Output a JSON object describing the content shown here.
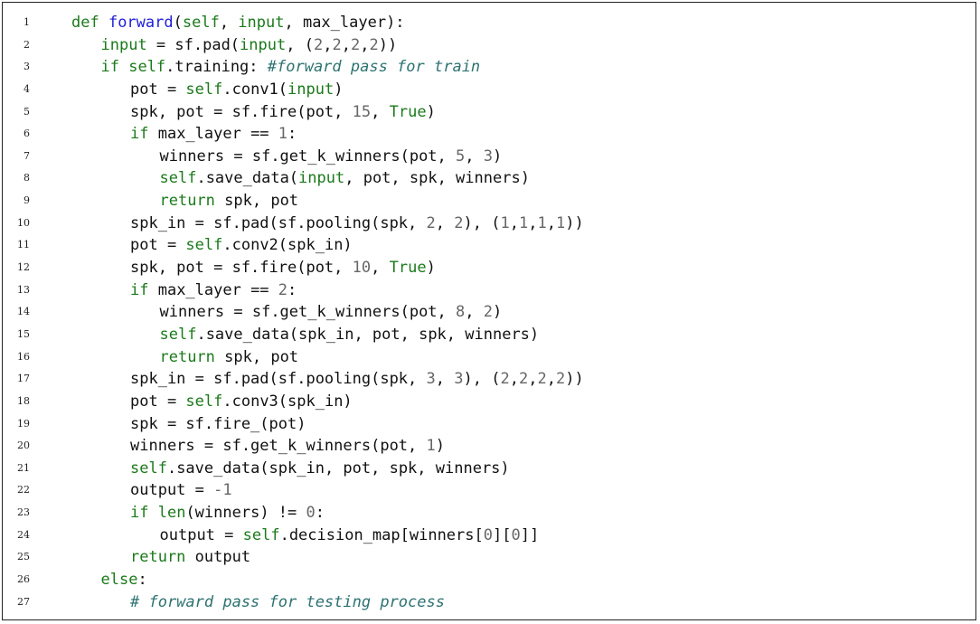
{
  "colors": {
    "keyword": "#1b7a1b",
    "function_name": "#1f1fd9",
    "number": "#666666",
    "comment": "#2e7272",
    "text": "#111111",
    "border": "#222222"
  },
  "code_lines": [
    {
      "n": "1",
      "indent": 0,
      "tokens": [
        [
          "kw",
          "def "
        ],
        [
          "fn",
          "forward"
        ],
        [
          "pl",
          "("
        ],
        [
          "kw",
          "self"
        ],
        [
          "pl",
          ", "
        ],
        [
          "kw",
          "input"
        ],
        [
          "pl",
          ", max_layer):"
        ]
      ]
    },
    {
      "n": "2",
      "indent": 1,
      "tokens": [
        [
          "kw",
          "input"
        ],
        [
          "pl",
          " = sf.pad("
        ],
        [
          "kw",
          "input"
        ],
        [
          "pl",
          ", ("
        ],
        [
          "num",
          "2"
        ],
        [
          "pl",
          ","
        ],
        [
          "num",
          "2"
        ],
        [
          "pl",
          ","
        ],
        [
          "num",
          "2"
        ],
        [
          "pl",
          ","
        ],
        [
          "num",
          "2"
        ],
        [
          "pl",
          "))"
        ]
      ]
    },
    {
      "n": "3",
      "indent": 1,
      "tokens": [
        [
          "kw",
          "if "
        ],
        [
          "kw",
          "self"
        ],
        [
          "pl",
          ".training: "
        ],
        [
          "cm",
          "#forward pass for train"
        ]
      ]
    },
    {
      "n": "4",
      "indent": 2,
      "tokens": [
        [
          "pl",
          "pot = "
        ],
        [
          "kw",
          "self"
        ],
        [
          "pl",
          ".conv1("
        ],
        [
          "kw",
          "input"
        ],
        [
          "pl",
          ")"
        ]
      ]
    },
    {
      "n": "5",
      "indent": 2,
      "tokens": [
        [
          "pl",
          "spk, pot = sf.fire(pot, "
        ],
        [
          "num",
          "15"
        ],
        [
          "pl",
          ", "
        ],
        [
          "kw",
          "True"
        ],
        [
          "pl",
          ")"
        ]
      ]
    },
    {
      "n": "6",
      "indent": 2,
      "tokens": [
        [
          "kw",
          "if"
        ],
        [
          "pl",
          " max_layer == "
        ],
        [
          "num",
          "1"
        ],
        [
          "pl",
          ":"
        ]
      ]
    },
    {
      "n": "7",
      "indent": 3,
      "tokens": [
        [
          "pl",
          "winners = sf.get_k_winners(pot, "
        ],
        [
          "num",
          "5"
        ],
        [
          "pl",
          ", "
        ],
        [
          "num",
          "3"
        ],
        [
          "pl",
          ")"
        ]
      ]
    },
    {
      "n": "8",
      "indent": 3,
      "tokens": [
        [
          "kw",
          "self"
        ],
        [
          "pl",
          ".save_data("
        ],
        [
          "kw",
          "input"
        ],
        [
          "pl",
          ", pot, spk, winners)"
        ]
      ]
    },
    {
      "n": "9",
      "indent": 3,
      "tokens": [
        [
          "kw",
          "return"
        ],
        [
          "pl",
          " spk, pot"
        ]
      ]
    },
    {
      "n": "10",
      "indent": 2,
      "tokens": [
        [
          "pl",
          "spk_in = sf.pad(sf.pooling(spk, "
        ],
        [
          "num",
          "2"
        ],
        [
          "pl",
          ", "
        ],
        [
          "num",
          "2"
        ],
        [
          "pl",
          "), ("
        ],
        [
          "num",
          "1"
        ],
        [
          "pl",
          ","
        ],
        [
          "num",
          "1"
        ],
        [
          "pl",
          ","
        ],
        [
          "num",
          "1"
        ],
        [
          "pl",
          ","
        ],
        [
          "num",
          "1"
        ],
        [
          "pl",
          "))"
        ]
      ]
    },
    {
      "n": "11",
      "indent": 2,
      "tokens": [
        [
          "pl",
          "pot = "
        ],
        [
          "kw",
          "self"
        ],
        [
          "pl",
          ".conv2(spk_in)"
        ]
      ]
    },
    {
      "n": "12",
      "indent": 2,
      "tokens": [
        [
          "pl",
          "spk, pot = sf.fire(pot, "
        ],
        [
          "num",
          "10"
        ],
        [
          "pl",
          ", "
        ],
        [
          "kw",
          "True"
        ],
        [
          "pl",
          ")"
        ]
      ]
    },
    {
      "n": "13",
      "indent": 2,
      "tokens": [
        [
          "kw",
          "if"
        ],
        [
          "pl",
          " max_layer == "
        ],
        [
          "num",
          "2"
        ],
        [
          "pl",
          ":"
        ]
      ]
    },
    {
      "n": "14",
      "indent": 3,
      "tokens": [
        [
          "pl",
          "winners = sf.get_k_winners(pot, "
        ],
        [
          "num",
          "8"
        ],
        [
          "pl",
          ", "
        ],
        [
          "num",
          "2"
        ],
        [
          "pl",
          ")"
        ]
      ]
    },
    {
      "n": "15",
      "indent": 3,
      "tokens": [
        [
          "kw",
          "self"
        ],
        [
          "pl",
          ".save_data(spk_in, pot, spk, winners)"
        ]
      ]
    },
    {
      "n": "16",
      "indent": 3,
      "tokens": [
        [
          "kw",
          "return"
        ],
        [
          "pl",
          " spk, pot"
        ]
      ]
    },
    {
      "n": "17",
      "indent": 2,
      "tokens": [
        [
          "pl",
          "spk_in = sf.pad(sf.pooling(spk, "
        ],
        [
          "num",
          "3"
        ],
        [
          "pl",
          ", "
        ],
        [
          "num",
          "3"
        ],
        [
          "pl",
          "), ("
        ],
        [
          "num",
          "2"
        ],
        [
          "pl",
          ","
        ],
        [
          "num",
          "2"
        ],
        [
          "pl",
          ","
        ],
        [
          "num",
          "2"
        ],
        [
          "pl",
          ","
        ],
        [
          "num",
          "2"
        ],
        [
          "pl",
          "))"
        ]
      ]
    },
    {
      "n": "18",
      "indent": 2,
      "tokens": [
        [
          "pl",
          "pot = "
        ],
        [
          "kw",
          "self"
        ],
        [
          "pl",
          ".conv3(spk_in)"
        ]
      ]
    },
    {
      "n": "19",
      "indent": 2,
      "tokens": [
        [
          "pl",
          "spk = sf.fire_(pot)"
        ]
      ]
    },
    {
      "n": "20",
      "indent": 2,
      "tokens": [
        [
          "pl",
          "winners = sf.get_k_winners(pot, "
        ],
        [
          "num",
          "1"
        ],
        [
          "pl",
          ")"
        ]
      ]
    },
    {
      "n": "21",
      "indent": 2,
      "tokens": [
        [
          "kw",
          "self"
        ],
        [
          "pl",
          ".save_data(spk_in, pot, spk, winners)"
        ]
      ]
    },
    {
      "n": "22",
      "indent": 2,
      "tokens": [
        [
          "pl",
          "output = "
        ],
        [
          "num",
          "-1"
        ]
      ]
    },
    {
      "n": "23",
      "indent": 2,
      "tokens": [
        [
          "kw",
          "if "
        ],
        [
          "kw",
          "len"
        ],
        [
          "pl",
          "(winners) != "
        ],
        [
          "num",
          "0"
        ],
        [
          "pl",
          ":"
        ]
      ]
    },
    {
      "n": "24",
      "indent": 3,
      "tokens": [
        [
          "pl",
          "output = "
        ],
        [
          "kw",
          "self"
        ],
        [
          "pl",
          ".decision_map[winners["
        ],
        [
          "num",
          "0"
        ],
        [
          "pl",
          "]["
        ],
        [
          "num",
          "0"
        ],
        [
          "pl",
          "]]"
        ]
      ]
    },
    {
      "n": "25",
      "indent": 2,
      "tokens": [
        [
          "kw",
          "return"
        ],
        [
          "pl",
          " output"
        ]
      ]
    },
    {
      "n": "26",
      "indent": 1,
      "tokens": [
        [
          "kw",
          "else"
        ],
        [
          "pl",
          ":"
        ]
      ]
    },
    {
      "n": "27",
      "indent": 2,
      "tokens": [
        [
          "cm",
          "# forward pass for testing process"
        ]
      ]
    }
  ]
}
